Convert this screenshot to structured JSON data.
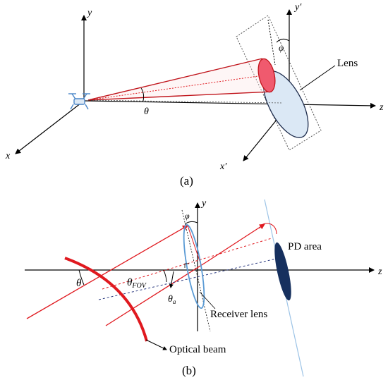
{
  "colors": {
    "axis": "#000000",
    "beam_red": "#e0191f",
    "cone_fill": "#f05a6e",
    "lens_fill": "#dbe8f5",
    "lens_stroke": "#1f2d4d",
    "receiver_lens": "#5b9bd5",
    "pd_fill": "#16305e",
    "normal_line": "#9cc3e6",
    "dashed_dark": "#2b3a80",
    "drone": "#4a86c8"
  },
  "panel_a": {
    "axis_x": "x",
    "axis_y": "y",
    "axis_z": "z",
    "axis_x_prime": "x′",
    "axis_y_prime": "y′",
    "angle_theta": "θ",
    "angle_phi": "φ",
    "lens_label": "Lens",
    "caption": "(a)"
  },
  "panel_b": {
    "axis_y": "y",
    "axis_z": "z",
    "angle_theta": "θ",
    "angle_theta_fov_main": "θ",
    "angle_theta_fov_sub": "FOV",
    "angle_theta_a_main": "θ",
    "angle_theta_a_sub": "a",
    "angle_phi": "φ",
    "pd_label": "PD area",
    "receiver_label": "Receiver lens",
    "beam_label": "Optical beam",
    "caption": "(b)"
  }
}
